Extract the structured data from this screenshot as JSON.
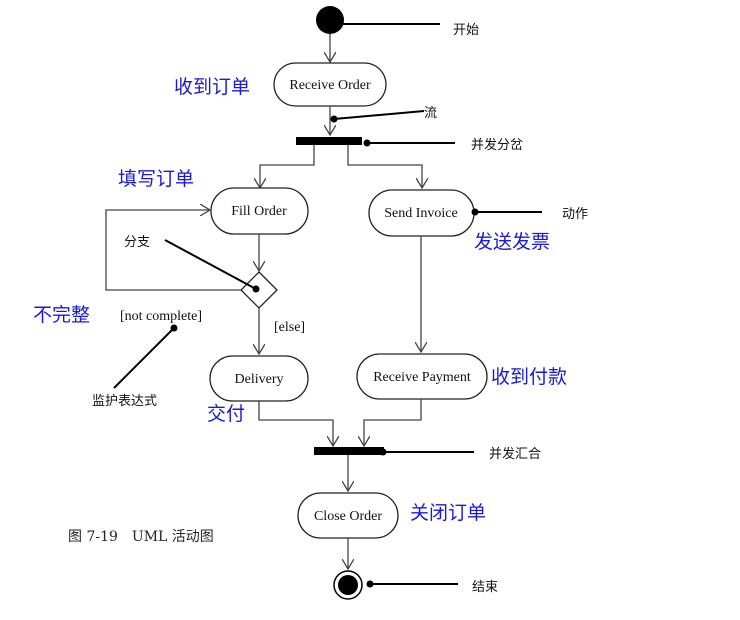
{
  "diagram": {
    "actions": {
      "receive_order": "Receive Order",
      "fill_order": "Fill Order",
      "send_invoice": "Send Invoice",
      "delivery": "Delivery",
      "receive_payment": "Receive Payment",
      "close_order": "Close Order"
    },
    "guards": {
      "not_complete": "[not complete]",
      "else": "[else]"
    },
    "notes": {
      "start": "开始",
      "flow": "流",
      "fork": "并发分岔",
      "action": "动作",
      "branch": "分支",
      "guard_expression": "监护表达式",
      "join": "并发汇合",
      "end": "结束"
    },
    "chinese_labels": {
      "receive_order": "收到订单",
      "fill_order": "填写订单",
      "send_invoice": "发送发票",
      "incomplete": "不完整",
      "receive_payment": "收到付款",
      "delivery": "交付",
      "close_order": "关闭订单"
    },
    "caption": "图 7-19　UML 活动图",
    "colors": {
      "label_blue": "#1a1ad6",
      "line": "#444444",
      "fill": "#ffffff"
    }
  }
}
